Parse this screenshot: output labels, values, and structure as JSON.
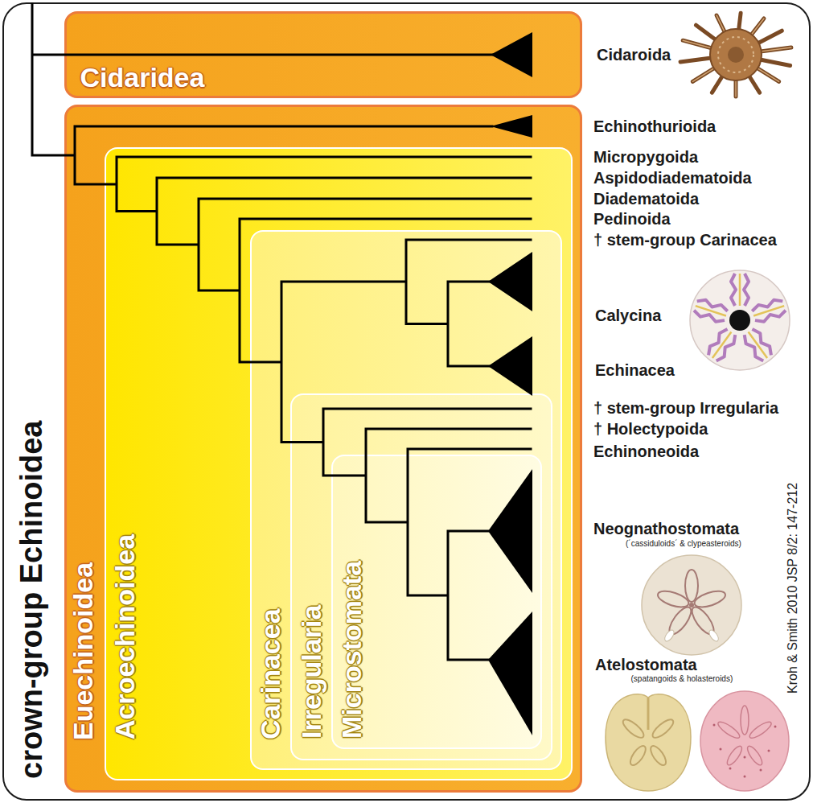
{
  "diagram": {
    "nodes": [
      {
        "text": [
          "crown-group Echinoidea"
        ]
      },
      {
        "text": [
          "Cidaridea"
        ],
        "in": 0
      },
      {
        "text": [
          "Euechinoidea"
        ],
        "in": 0
      },
      {
        "text": [
          "Acroechinoidea"
        ],
        "in": 2
      },
      {
        "text": [
          "Carinacea"
        ],
        "in": 3
      },
      {
        "text": [
          "Irregularia"
        ],
        "in": 4
      },
      {
        "text": [
          "Microstomata"
        ],
        "in": 5
      }
    ],
    "labels": [
      "Cidaroida",
      "Echinothurioida",
      "Micropygoida",
      "Aspidodiadematoida",
      "Diadematoida",
      "Pedinoida",
      "† stem-group Carinacea",
      "Calycina",
      "Echinacea",
      "† stem-group Irregularia",
      "† Holectypoida",
      "Echinoneoida",
      "Neognathostomata",
      "(´cassiduloids´ & clypeasteroids)",
      "Atelostomata",
      "(spatangoids & holasteroids)",
      "Kroh & Smith 2010 JSP 8/2: 147-212"
    ]
  }
}
